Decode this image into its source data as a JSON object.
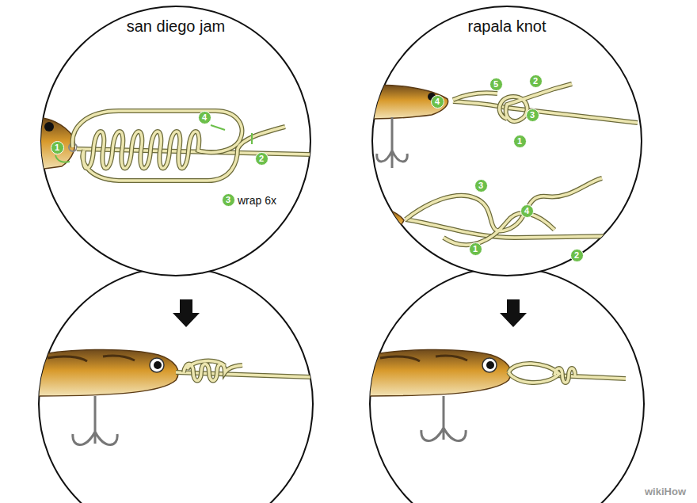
{
  "diagram": {
    "nodes": [
      {
        "text": [
          "san diego jam"
        ]
      },
      {
        "text": [
          "rapala knot"
        ]
      }
    ],
    "labels": [
      "1",
      "4",
      "2",
      "3",
      "wrap 6x",
      "4",
      "5",
      "2",
      "3",
      "1",
      "3",
      "4",
      "1",
      "2",
      "wikiHow"
    ]
  }
}
